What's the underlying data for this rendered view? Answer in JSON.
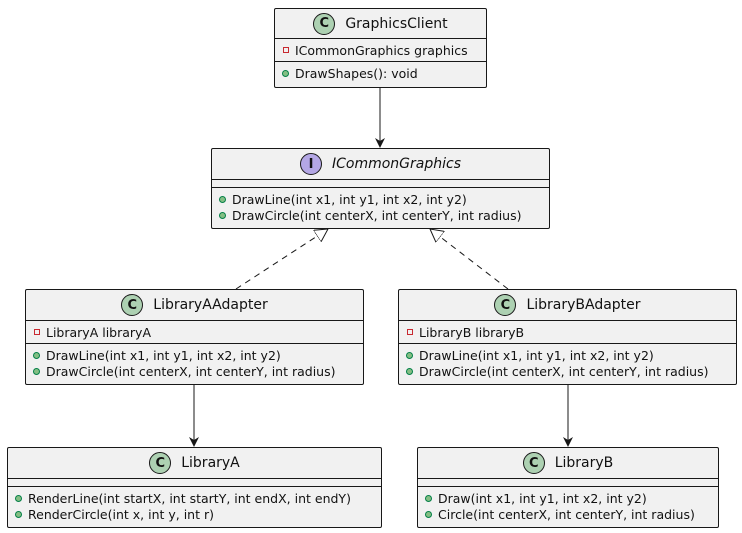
{
  "classes": {
    "graphics_client": {
      "stereotype": "C",
      "name": "GraphicsClient",
      "fields": [
        {
          "visibility": "private",
          "text": "ICommonGraphics graphics"
        }
      ],
      "methods": [
        {
          "visibility": "public",
          "text": "DrawShapes(): void"
        }
      ]
    },
    "icommon_graphics": {
      "stereotype": "I",
      "name": "ICommonGraphics",
      "fields": [],
      "methods": [
        {
          "visibility": "public",
          "text": "DrawLine(int x1, int y1, int x2, int y2)"
        },
        {
          "visibility": "public",
          "text": "DrawCircle(int centerX, int centerY, int radius)"
        }
      ]
    },
    "library_a_adapter": {
      "stereotype": "C",
      "name": "LibraryAAdapter",
      "fields": [
        {
          "visibility": "private",
          "text": "LibraryA libraryA"
        }
      ],
      "methods": [
        {
          "visibility": "public",
          "text": "DrawLine(int x1, int y1, int x2, int y2)"
        },
        {
          "visibility": "public",
          "text": "DrawCircle(int centerX, int centerY, int radius)"
        }
      ]
    },
    "library_b_adapter": {
      "stereotype": "C",
      "name": "LibraryBAdapter",
      "fields": [
        {
          "visibility": "private",
          "text": "LibraryB libraryB"
        }
      ],
      "methods": [
        {
          "visibility": "public",
          "text": "DrawLine(int x1, int y1, int x2, int y2)"
        },
        {
          "visibility": "public",
          "text": "DrawCircle(int centerX, int centerY, int radius)"
        }
      ]
    },
    "library_a": {
      "stereotype": "C",
      "name": "LibraryA",
      "fields": [],
      "methods": [
        {
          "visibility": "public",
          "text": "RenderLine(int startX, int startY, int endX, int endY)"
        },
        {
          "visibility": "public",
          "text": "RenderCircle(int x, int y, int r)"
        }
      ]
    },
    "library_b": {
      "stereotype": "C",
      "name": "LibraryB",
      "fields": [],
      "methods": [
        {
          "visibility": "public",
          "text": "Draw(int x1, int y1, int x2, int y2)"
        },
        {
          "visibility": "public",
          "text": "Circle(int centerX, int centerY, int radius)"
        }
      ]
    }
  },
  "relations": [
    {
      "from": "graphics_client",
      "to": "icommon_graphics",
      "kind": "association"
    },
    {
      "from": "library_a_adapter",
      "to": "icommon_graphics",
      "kind": "realization"
    },
    {
      "from": "library_b_adapter",
      "to": "icommon_graphics",
      "kind": "realization"
    },
    {
      "from": "library_a_adapter",
      "to": "library_a",
      "kind": "association"
    },
    {
      "from": "library_b_adapter",
      "to": "library_b",
      "kind": "association"
    }
  ],
  "colors": {
    "box_fill": "#f1f1f1",
    "border": "#181818",
    "class_badge": "#add1b2",
    "interface_badge": "#b4a7e5",
    "private_marker": "#c82930",
    "public_marker": "#84be84"
  }
}
